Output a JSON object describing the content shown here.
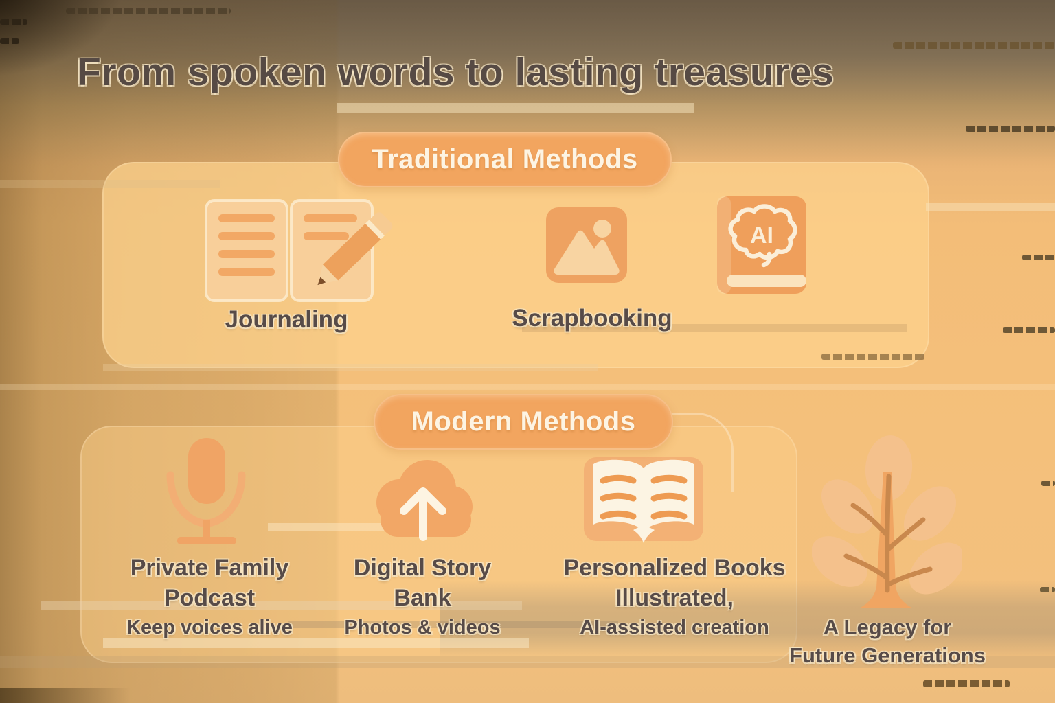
{
  "title": "From spoken words to lasting treasures",
  "traditional": {
    "badge_label": "Traditional Methods",
    "items": [
      {
        "label": "Journaling",
        "icon": "journal-pencil-icon"
      },
      {
        "label": "Scrapbooking",
        "icon": "photo-icon"
      },
      {
        "label": "",
        "icon": "ai-brain-book-icon"
      }
    ],
    "ai_book_text": "AI"
  },
  "modern": {
    "badge_label": "Modern Methods",
    "items": [
      {
        "line1": "Private Family",
        "line2": "Podcast",
        "subtitle": "Keep voices alive",
        "icon": "microphone-icon"
      },
      {
        "line1": "Digital Story",
        "line2": "Bank",
        "subtitle": "Photos & videos",
        "icon": "cloud-upload-icon"
      },
      {
        "line1": "Personalized Books",
        "line2": "Illustrated,",
        "subtitle": "AI-assisted creation",
        "icon": "open-book-icon"
      },
      {
        "line1": "A Legacy for",
        "line2": "Future Generations",
        "subtitle": "",
        "icon": "tree-icon"
      }
    ]
  },
  "colors": {
    "badge_orange": "#f2a55f",
    "panel_peach": "#f9cd8e",
    "icon_orange": "#efa160",
    "icon_cream": "#fbf2df",
    "text_dark": "#574b48",
    "badge_text": "#fdf4e3"
  }
}
